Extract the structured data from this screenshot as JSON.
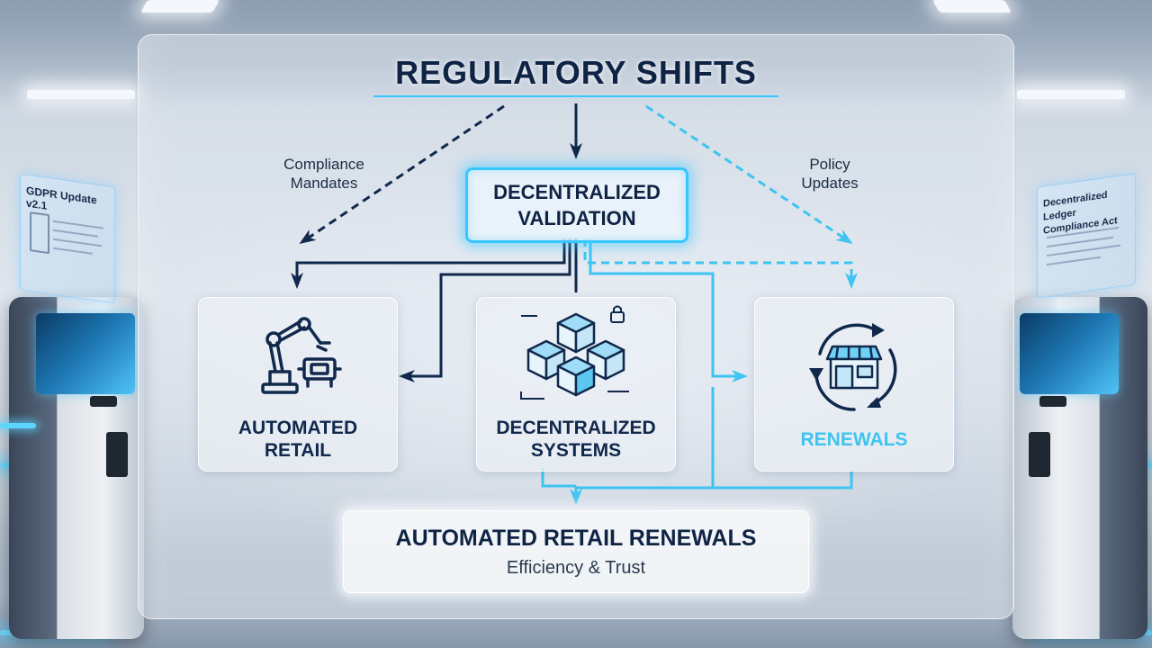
{
  "diagram": {
    "title": "REGULATORY SHIFTS",
    "edge_labels": {
      "left": "Compliance\nMandates",
      "right": "Policy\nUpdates"
    },
    "validation_node": {
      "label": "DECENTRALIZED\nVALIDATION"
    },
    "cards": [
      {
        "label": "AUTOMATED\nRETAIL",
        "icon": "robotic-arm-icon",
        "label_color": "#10284c"
      },
      {
        "label": "DECENTRALIZED\nSYSTEMS",
        "icon": "blockchain-cubes-icon",
        "label_color": "#10284c"
      },
      {
        "label": "RENEWALS",
        "icon": "storefront-cycle-icon",
        "label_color": "#3fc4f2"
      }
    ],
    "result": {
      "title": "AUTOMATED RETAIL RENEWALS",
      "subtitle": "Efficiency & Trust"
    },
    "colors": {
      "navy": "#10284c",
      "cyan": "#37c6ff"
    }
  },
  "background": {
    "left_screen": {
      "title": "GDPR Update v2.1"
    },
    "right_screen": {
      "title": "Decentralized Ledger\nCompliance Act"
    }
  }
}
